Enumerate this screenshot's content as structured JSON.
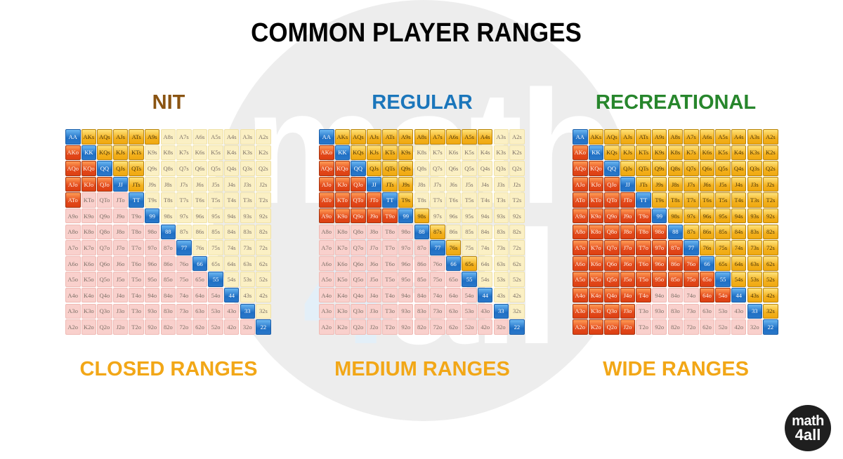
{
  "title": "COMMON PLAYER RANGES",
  "watermark": "math4all",
  "logo": {
    "line1": "math",
    "line2": "4all"
  },
  "panels": [
    {
      "title": "NIT",
      "title_color": "#8a5412",
      "subtitle": "CLOSED RANGES",
      "range": "AA,KK,QQ,JJ,TT,99,88,77,66,55,44,33,22,AKs,AQs,AJs,ATs,A9s,KQs,KJs,KTs,QJs,QTs,JTs,AKo,AQo,KQo,AJo,KJo,QJo,ATo"
    },
    {
      "title": "REGULAR",
      "title_color": "#1b76bb",
      "subtitle": "MEDIUM RANGES",
      "range": "AA,KK,QQ,JJ,TT,99,88,77,66,55,44,33,22,AKs,AQs,AJs,ATs,A9s,A8s,A7s,A6s,A5s,A4s,KQs,KJs,KTs,K9s,QJs,QTs,Q9s,JTs,J9s,T9s,98s,87s,76s,65s,AKo,AQo,KQo,AJo,KJo,QJo,ATo,KTo,QTo,JTo,A9o,K9o,Q9o,J9o,T9o"
    },
    {
      "title": "RECREATIONAL",
      "title_color": "#27862c",
      "subtitle": "WIDE RANGES",
      "range": "AA,KK,QQ,JJ,TT,99,88,77,66,55,44,33,22,AKs,AQs,AJs,ATs,A9s,A8s,A7s,A6s,A5s,A4s,A3s,A2s,KQs,KJs,KTs,K9s,K8s,K7s,K6s,K5s,K4s,K3s,K2s,QJs,QTs,Q9s,Q8s,Q7s,Q6s,Q5s,Q4s,Q3s,Q2s,JTs,J9s,J8s,J7s,J6s,J5s,J4s,J3s,J2s,T9s,T8s,T7s,T6s,T5s,T4s,T3s,T2s,98s,97s,96s,95s,94s,93s,92s,87s,86s,85s,84s,83s,82s,76s,75s,74s,73s,72s,65s,64s,63s,62s,54s,53s,52s,43s,42s,32s,AKo,AQo,AJo,ATo,A9o,A8o,A7o,A6o,A5o,A4o,A3o,A2o,KQo,KJo,KTo,K9o,K8o,K7o,K6o,K5o,K4o,K3o,K2o,QJo,QTo,Q9o,Q8o,Q7o,Q6o,Q5o,Q4o,Q3o,Q2o,JTo,J9o,J8o,J7o,J6o,J5o,J4o,J3o,J2o,T9o,T8o,T7o,T6o,T5o,T4o,98o,97o,96o,95o,87o,86o,85o,76o,75o,65o,64o,54o"
    }
  ],
  "ranks": [
    "A",
    "K",
    "Q",
    "J",
    "T",
    "9",
    "8",
    "7",
    "6",
    "5",
    "4",
    "3",
    "2"
  ],
  "colors": {
    "pair": "#2a78c9",
    "suited_played": "#f3b01d",
    "offsuit_played": "#e2481a",
    "suited_folded": "#fbf0c4",
    "offsuit_folded": "#f9d0cc"
  }
}
